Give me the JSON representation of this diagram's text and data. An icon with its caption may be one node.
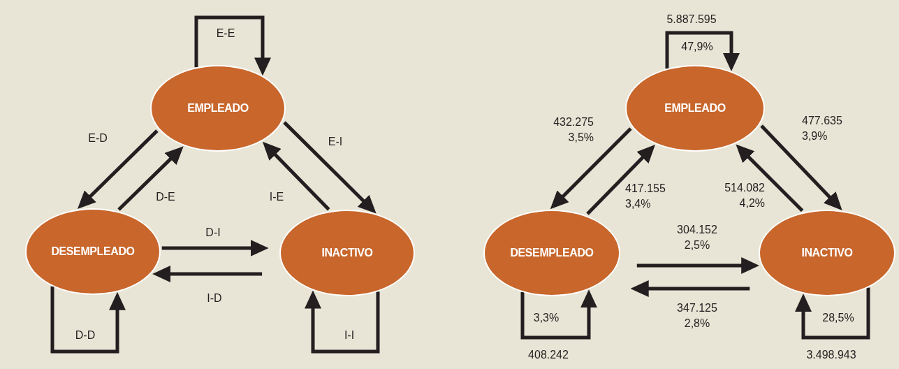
{
  "diagram": {
    "nodes": [
      {
        "text": [
          "EMPLEADO"
        ]
      },
      {
        "text": [
          "DESEMPLEADO"
        ]
      },
      {
        "text": [
          "INACTIVO"
        ]
      },
      {
        "text": [
          "EMPLEADO"
        ]
      },
      {
        "text": [
          "DESEMPLEADO"
        ]
      },
      {
        "text": [
          "INACTIVO"
        ]
      }
    ],
    "edges": [
      {
        "from": 0,
        "to": 0,
        "arrow": "to",
        "label": "E-E"
      },
      {
        "from": 0,
        "to": 1,
        "arrow": "to",
        "label": "E-D"
      },
      {
        "from": 1,
        "to": 0,
        "arrow": "to",
        "label": "D-E"
      },
      {
        "from": 0,
        "to": 2,
        "arrow": "to",
        "label": "E-I"
      },
      {
        "from": 2,
        "to": 0,
        "arrow": "to",
        "label": "I-E"
      },
      {
        "from": 1,
        "to": 2,
        "arrow": "to",
        "label": "D-I"
      },
      {
        "from": 2,
        "to": 1,
        "arrow": "to",
        "label": "I-D"
      },
      {
        "from": 1,
        "to": 1,
        "arrow": "to",
        "label": "D-D"
      },
      {
        "from": 2,
        "to": 2,
        "arrow": "to",
        "label": "I-I"
      },
      {
        "from": 3,
        "to": 3,
        "arrow": "to",
        "label": "47,9%"
      },
      {
        "from": 3,
        "to": 4,
        "arrow": "to",
        "label": "432.275 3,5%"
      },
      {
        "from": 4,
        "to": 3,
        "arrow": "to",
        "label": "417.155 3,4%"
      },
      {
        "from": 3,
        "to": 5,
        "arrow": "to",
        "label": "477.635 3,9%"
      },
      {
        "from": 5,
        "to": 3,
        "arrow": "to",
        "label": "514.082 4,2%"
      },
      {
        "from": 4,
        "to": 5,
        "arrow": "to",
        "label": "304.152 2,5%"
      },
      {
        "from": 5,
        "to": 4,
        "arrow": "to",
        "label": "347.125 2,8%"
      },
      {
        "from": 4,
        "to": 4,
        "arrow": "to",
        "label": "3,3%"
      },
      {
        "from": 5,
        "to": 5,
        "arrow": "to",
        "label": "28,5%"
      }
    ],
    "labels": [
      "5.887.595",
      "408.242",
      "3.498.943"
    ]
  }
}
